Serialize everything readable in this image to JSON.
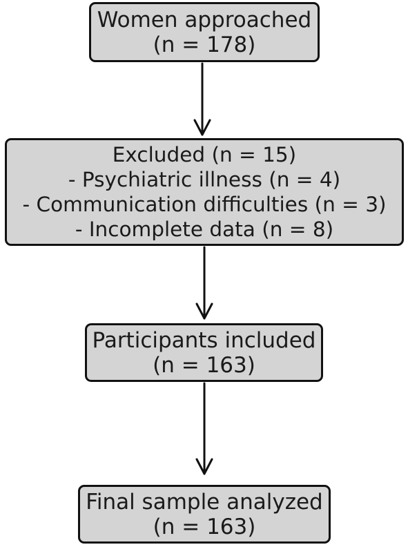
{
  "flowchart": {
    "approached": {
      "title": "Women approached",
      "count": "(n = 178)"
    },
    "excluded": {
      "title": "Excluded (n = 15)",
      "reasons": [
        "- Psychiatric illness (n = 4)",
        "- Communication difficulties (n = 3)",
        "- Incomplete data (n = 8)"
      ]
    },
    "included": {
      "title": "Participants included",
      "count": "(n = 163)"
    },
    "final": {
      "title": "Final sample analyzed",
      "count": "(n = 163)"
    }
  },
  "colors": {
    "box_fill": "#d4d4d4",
    "stroke": "#111111"
  }
}
